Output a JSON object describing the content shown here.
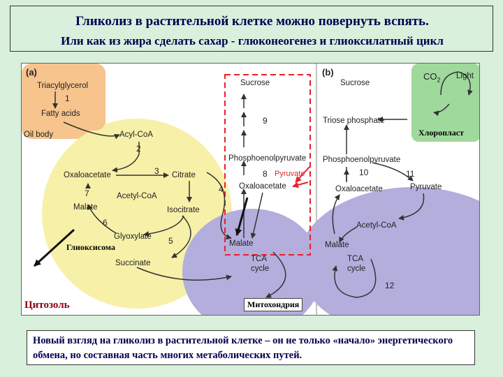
{
  "header": {
    "title": "Гликолиз в растительной клетке можно повернуть вспять.",
    "subtitle": "Или как из жира сделать сахар -   глюконеогенез и глиоксилатный цикл"
  },
  "panel_a": {
    "tag": "(a)",
    "triacylglycerol": "Triacylglycerol",
    "fatty_acids": "Fatty acids",
    "oil_body": "Oil body",
    "acyl_coa": "Acyl-CoA",
    "oxaloacetate": "Oxaloacetate",
    "citrate": "Citrate",
    "acetyl_coa": "Acetyl-CoA",
    "malate": "Malate",
    "isocitrate": "Isocitrate",
    "glyoxylate": "Glyoxylate",
    "succinate": "Succinate",
    "sucrose": "Sucrose",
    "pep": "Phosphoenolpyruvate",
    "pyruvate_red": "Pyruvate",
    "oxaloacetate_mito": "Oxaloacetate",
    "malate_mito": "Malate",
    "tca": "TCA",
    "cycle": "cycle"
  },
  "panel_b": {
    "tag": "(b)",
    "sucrose": "Sucrose",
    "co2": "CO",
    "co2_sub": "2",
    "light": "Light",
    "triose": "Triose phosphate",
    "pep": "Phosphoenolpyruvate",
    "oxaloacetate": "Oxaloacetate",
    "pyruvate": "Pyruvate",
    "acetyl_coa": "Acetyl-CoA",
    "malate": "Malate",
    "tca": "TCA",
    "cycle": "cycle"
  },
  "steps": [
    "1",
    "2",
    "3",
    "4",
    "5",
    "6",
    "7",
    "8",
    "9",
    "10",
    "11",
    "12"
  ],
  "ru_labels": {
    "chloroplast": "Хлоропласт",
    "glyoxysome": "Глиоксисома",
    "cytosol": "Цитозоль",
    "mitochondria": "Митохондрия"
  },
  "footer": "Новый взгляд на гликолиз в растительной клетке – он не только «начало» энергетического обмена, но составная часть многих метаболических путей.",
  "colors": {
    "background": "#d9f0dc",
    "oil_body": "#f7c48e",
    "glyoxysome": "#f7f0a8",
    "mitochondria": "#b3aedc",
    "chloroplast": "#9fd99c",
    "highlight": "#e8202a",
    "text": "#000050"
  }
}
